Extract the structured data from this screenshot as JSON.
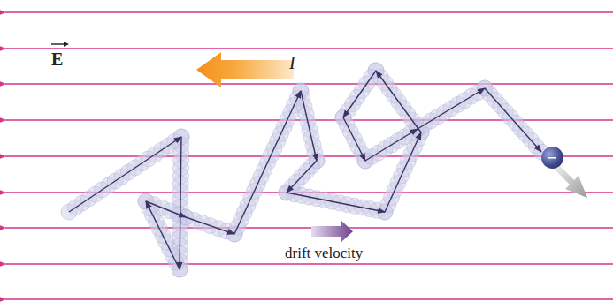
{
  "diagram": {
    "nodes": [
      {
        "text": [
          "−"
        ]
      }
    ],
    "labels": [
      "E",
      "I",
      "drift velocity"
    ]
  }
}
